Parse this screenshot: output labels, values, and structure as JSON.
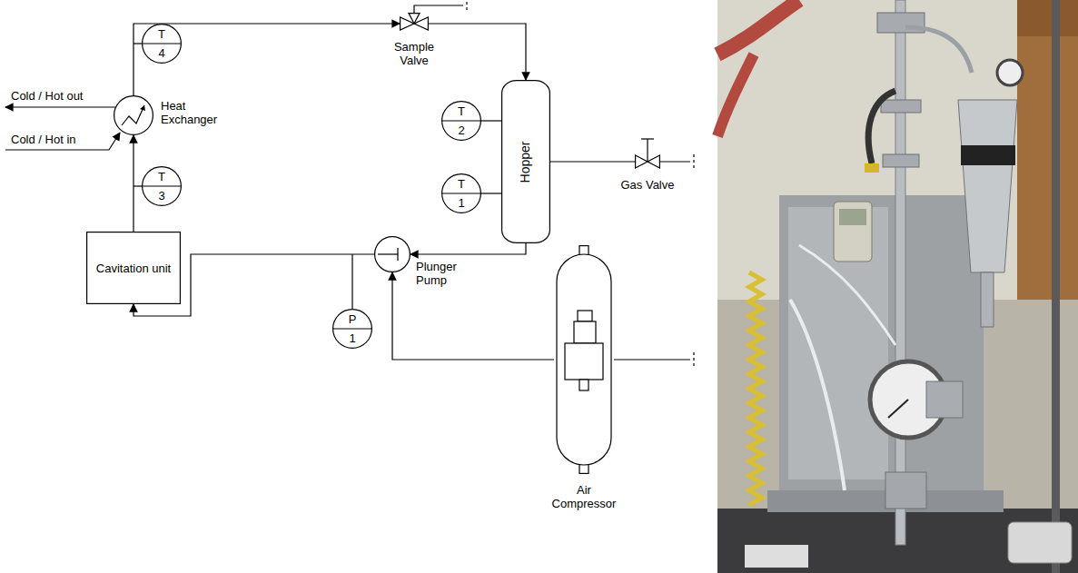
{
  "diagram": {
    "nodes": [
      {
        "text": [
          "T",
          "4"
        ]
      },
      {
        "text": [
          "Heat Exchanger"
        ]
      },
      {
        "text": [
          "T",
          "3"
        ]
      },
      {
        "text": [
          "Cavitation unit"
        ]
      },
      {
        "text": [
          "Sample Valve"
        ]
      },
      {
        "text": [
          "T",
          "2"
        ]
      },
      {
        "text": [
          "T",
          "1"
        ]
      },
      {
        "text": [
          "Hopper"
        ]
      },
      {
        "text": [
          "Gas Valve"
        ]
      },
      {
        "text": [
          "Plunger Pump"
        ]
      },
      {
        "text": [
          "P",
          "1"
        ]
      },
      {
        "text": [
          "Air Compressor"
        ]
      }
    ],
    "edges": [
      {
        "from": 3,
        "to": 1,
        "arrow": "to"
      },
      {
        "from": 1,
        "to": 4,
        "arrow": "to"
      },
      {
        "from": 4,
        "to": 7,
        "arrow": "to"
      },
      {
        "from": 7,
        "to": 9,
        "arrow": "to"
      },
      {
        "from": 9,
        "to": 3,
        "arrow": "to"
      },
      {
        "from": 11,
        "to": 9,
        "arrow": "to"
      },
      {
        "from": 8,
        "to": 7,
        "arrow": "none"
      },
      {
        "from": 5,
        "to": 7,
        "arrow": "none"
      },
      {
        "from": 6,
        "to": 7,
        "arrow": "none"
      }
    ],
    "labels": [
      "Cold / Hot out",
      "Cold / Hot in"
    ]
  }
}
